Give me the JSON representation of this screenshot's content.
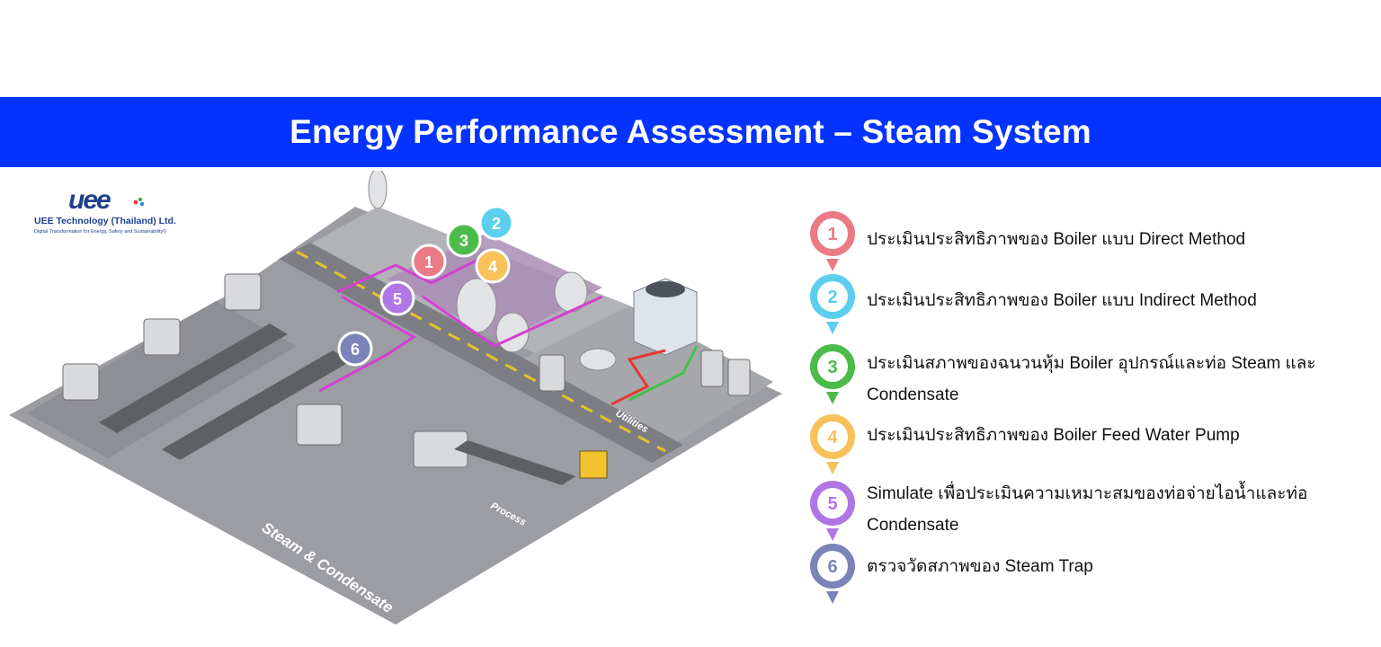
{
  "banner": {
    "title": "Energy Performance Assessment – Steam System",
    "color": "#0433ff"
  },
  "logo": {
    "mark": "uee",
    "name": "UEE Technology (Thailand) Ltd.",
    "tagline": "Digital Transformation for Energy, Safety and Sustainability©"
  },
  "scene": {
    "labels": {
      "steam_condensate": "Steam & Condensate",
      "process": "Process",
      "utilities": "Utilities"
    },
    "markers": [
      "1",
      "2",
      "3",
      "4",
      "5",
      "6"
    ]
  },
  "items": [
    {
      "number": "1",
      "color": "#ea7b84",
      "icon": "map-pin-icon",
      "text": "ประเมินประสิทธิภาพของ Boiler แบบ Direct Method"
    },
    {
      "number": "2",
      "color": "#5ccfee",
      "icon": "map-pin-icon",
      "text": "ประเมินประสิทธิภาพของ Boiler แบบ Indirect Method"
    },
    {
      "number": "3",
      "color": "#4bbb4a",
      "icon": "map-pin-icon",
      "text": "ประเมินสภาพของฉนวนหุ้ม Boiler อุปกรณ์และท่อ Steam และ Condensate"
    },
    {
      "number": "4",
      "color": "#f8c15a",
      "icon": "map-pin-icon",
      "text": "ประเมินประสิทธิภาพของ Boiler Feed Water Pump"
    },
    {
      "number": "5",
      "color": "#b076e6",
      "icon": "map-pin-icon",
      "text": "Simulate เพื่อประเมินความเหมาะสมของท่อจ่ายไอน้ำและท่อ Condensate"
    },
    {
      "number": "6",
      "color": "#7a84b8",
      "icon": "map-pin-icon",
      "text": "ตรวจวัดสภาพของ Steam Trap"
    }
  ]
}
